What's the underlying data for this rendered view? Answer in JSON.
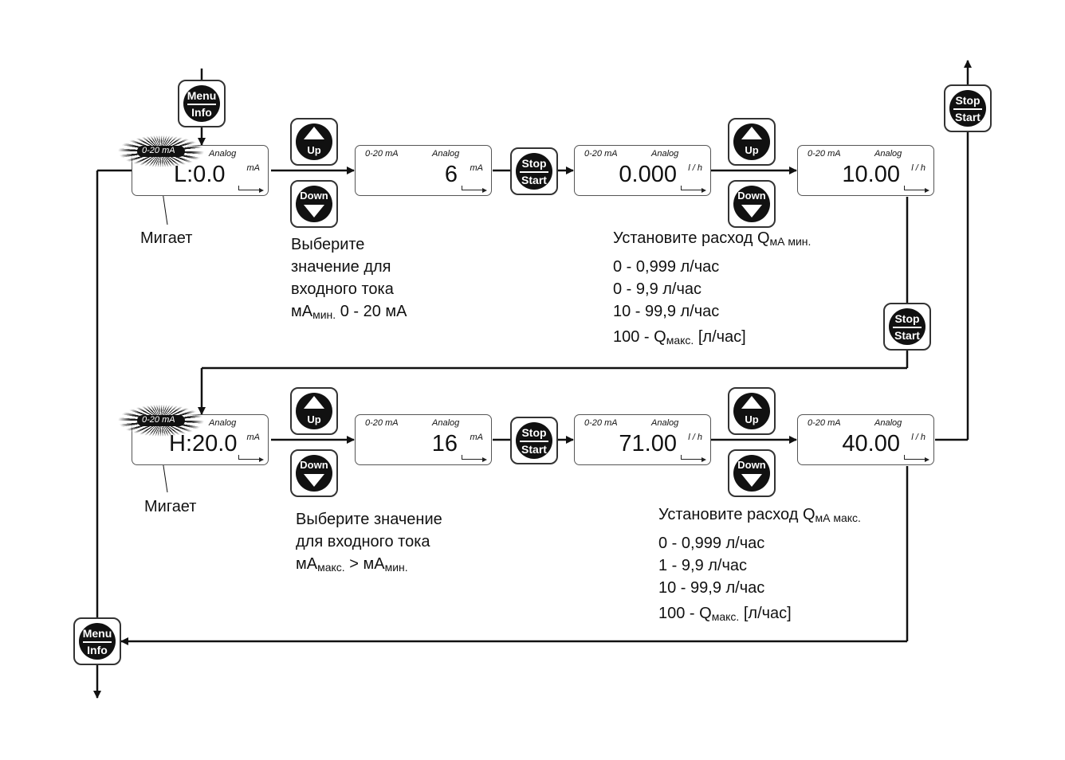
{
  "labels": {
    "range": "0-20 mA",
    "mode": "Analog",
    "unit_ma": "mA",
    "unit_lh": "l / h",
    "up": "Up",
    "down": "Down",
    "menu": "Menu",
    "info": "Info",
    "stop": "Stop",
    "start": "Start",
    "blinks": "Мигает"
  },
  "row1": {
    "displays": [
      "L:0.0",
      "6",
      "0.000",
      "10.00"
    ],
    "select_text": [
      "Выберите",
      "значение для",
      "входного тока",
      "мА",
      "мин.",
      " 0 - 20 мА"
    ],
    "flow_title": "Установите расход Q",
    "flow_title_sub": "мА мин.",
    "flow_lines": [
      "0 - 0,999 л/час",
      "0 - 9,9 л/час",
      "10 - 99,9 л/час"
    ],
    "flow_last": [
      "100 - Q",
      "макс.",
      " [л/час]"
    ]
  },
  "row2": {
    "displays": [
      "H:20.0",
      "16",
      "71.00",
      "40.00"
    ],
    "select_text": [
      "Выберите значение",
      "для входного тока",
      "мА",
      "макс.",
      " > мА",
      "мин."
    ],
    "flow_title": "Установите расход Q",
    "flow_title_sub": "мА макс.",
    "flow_lines": [
      "0 - 0,999 л/час",
      "1 - 9,9 л/час",
      "10 - 99,9 л/час"
    ],
    "flow_last": [
      "100 - Q",
      "макс.",
      " [л/час]"
    ]
  }
}
